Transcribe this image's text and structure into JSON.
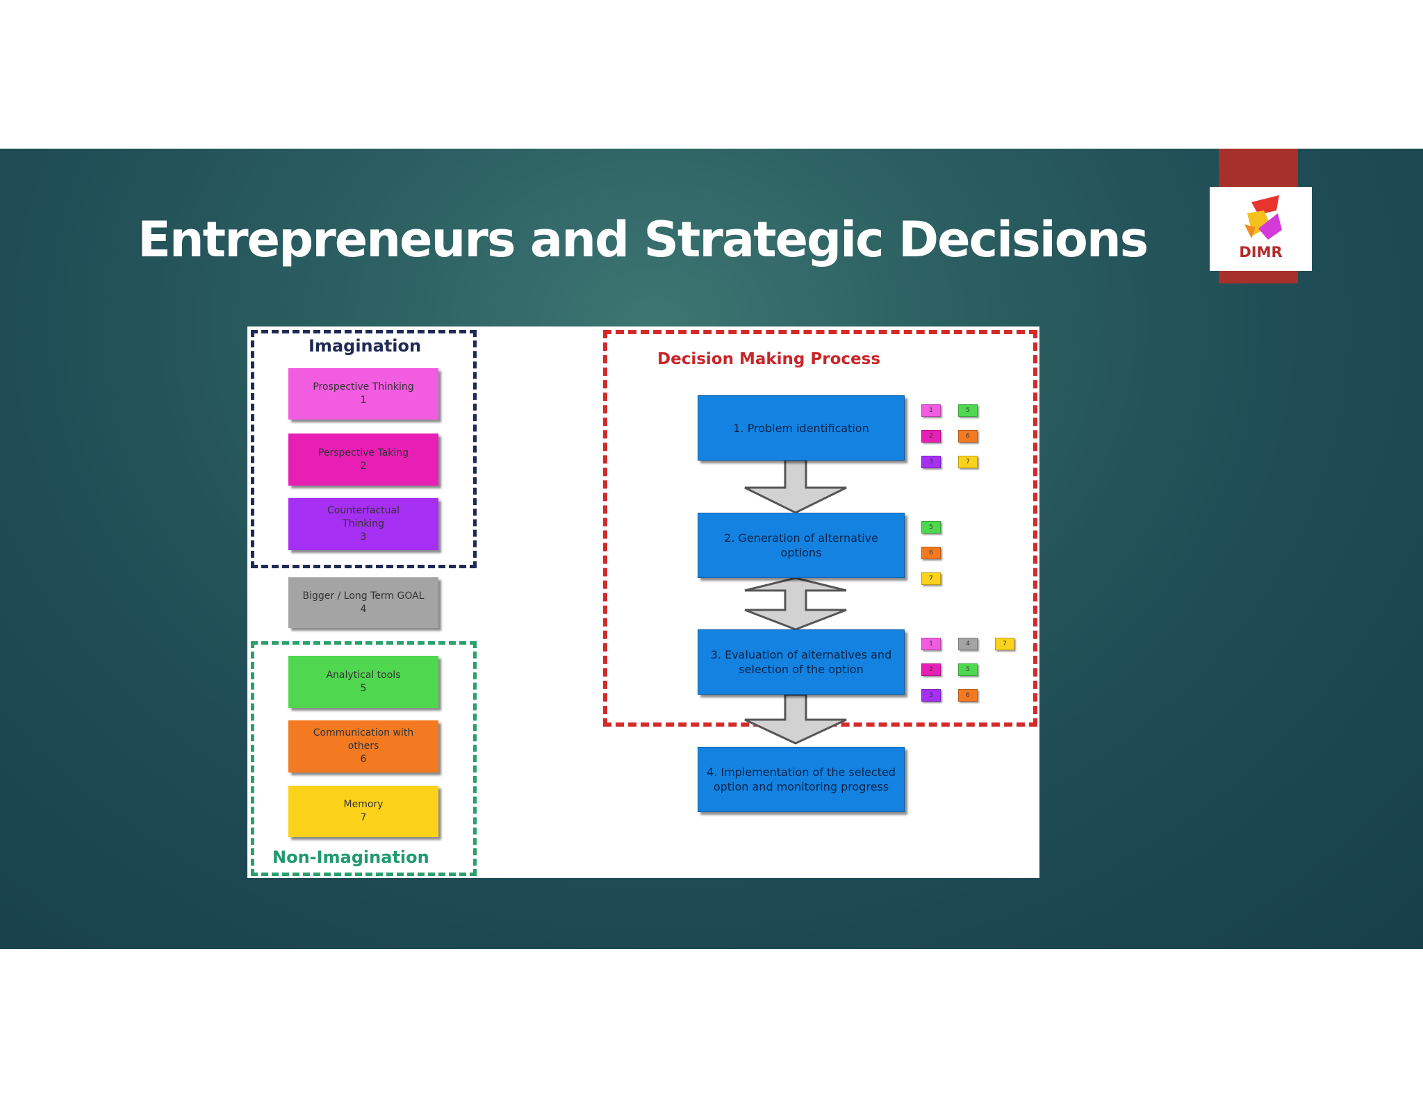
{
  "title": "Entrepreneurs and Strategic Decisions",
  "logo": {
    "text": "DIMR"
  },
  "diagram": {
    "imagination_label": "Imagination",
    "non_imagination_label": "Non-Imagination",
    "process_label": "Decision Making Process",
    "factors": [
      {
        "label": "Prospective Thinking",
        "num": "1",
        "color": "#f15ce0"
      },
      {
        "label": "Perspective Taking",
        "num": "2",
        "color": "#e81fb5"
      },
      {
        "label": "Counterfactual Thinking",
        "num": "3",
        "color": "#a52ff2"
      },
      {
        "label": "Bigger / Long Term GOAL",
        "num": "4",
        "color": "#a4a4a4"
      },
      {
        "label": "Analytical tools",
        "num": "5",
        "color": "#4fd84f"
      },
      {
        "label": "Communication with others",
        "num": "6",
        "color": "#f47a22"
      },
      {
        "label": "Memory",
        "num": "7",
        "color": "#fcd21b"
      }
    ],
    "steps": [
      {
        "label": "1. Problem identification",
        "factors": [
          "1",
          "5",
          "2",
          "6",
          "3",
          "7"
        ]
      },
      {
        "label": "2. Generation of alternative options",
        "factors": [
          "5",
          "6",
          "7"
        ]
      },
      {
        "label": "3. Evaluation of alternatives and selection of the option",
        "factors": [
          "1",
          "4",
          "7",
          "2",
          "5",
          "3",
          "6"
        ]
      },
      {
        "label": "4. Implementation of the selected option and monitoring progress",
        "factors": []
      }
    ]
  }
}
